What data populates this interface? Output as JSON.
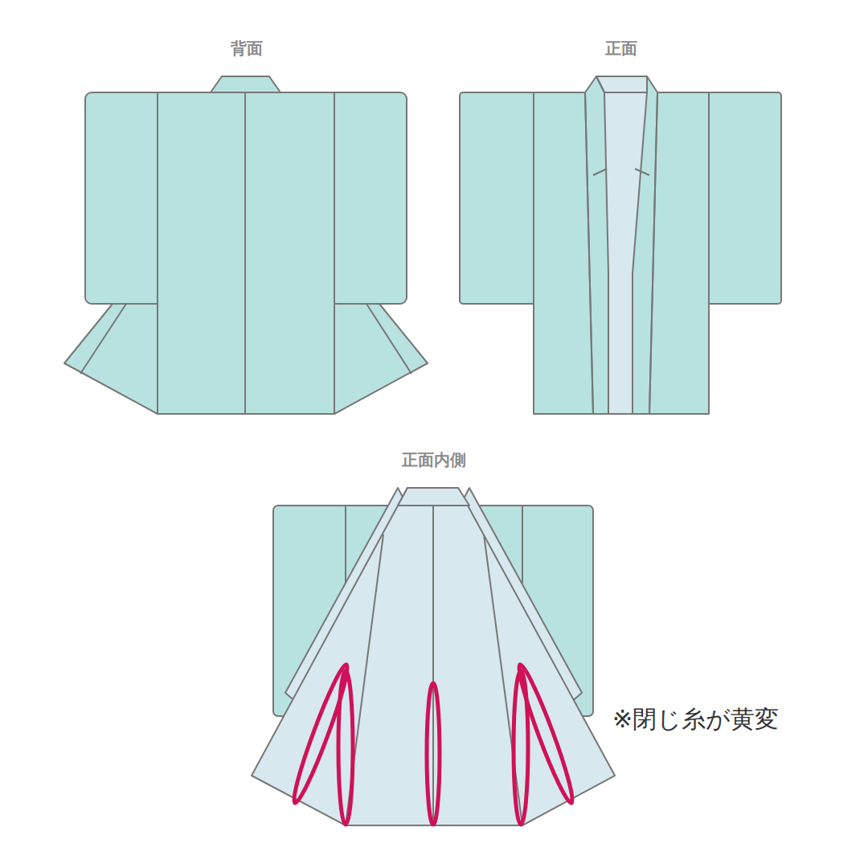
{
  "diagram": {
    "labels": [
      "背面",
      "正面",
      "正面内側",
      "※閉じ糸が黄変"
    ]
  }
}
